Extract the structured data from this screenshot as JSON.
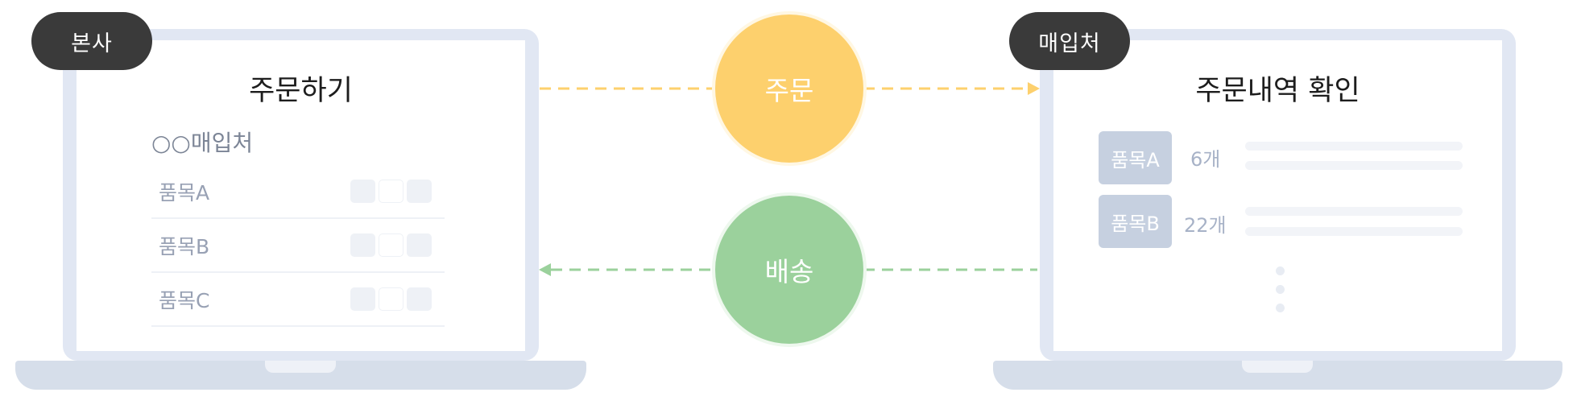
{
  "hq": {
    "tag": "본사",
    "title": "주문하기",
    "vendor": "○○매입처",
    "items": [
      {
        "label": "품목A"
      },
      {
        "label": "품목B"
      },
      {
        "label": "품목C"
      }
    ]
  },
  "vendor_side": {
    "tag": "매입처",
    "title": "주문내역 확인",
    "items": [
      {
        "label": "품목A",
        "qty": "6개"
      },
      {
        "label": "품목B",
        "qty": "22개"
      }
    ]
  },
  "flows": {
    "order": {
      "label": "주문",
      "color": "#fdd06d"
    },
    "shipping": {
      "label": "배송",
      "color": "#9bd19c"
    }
  }
}
